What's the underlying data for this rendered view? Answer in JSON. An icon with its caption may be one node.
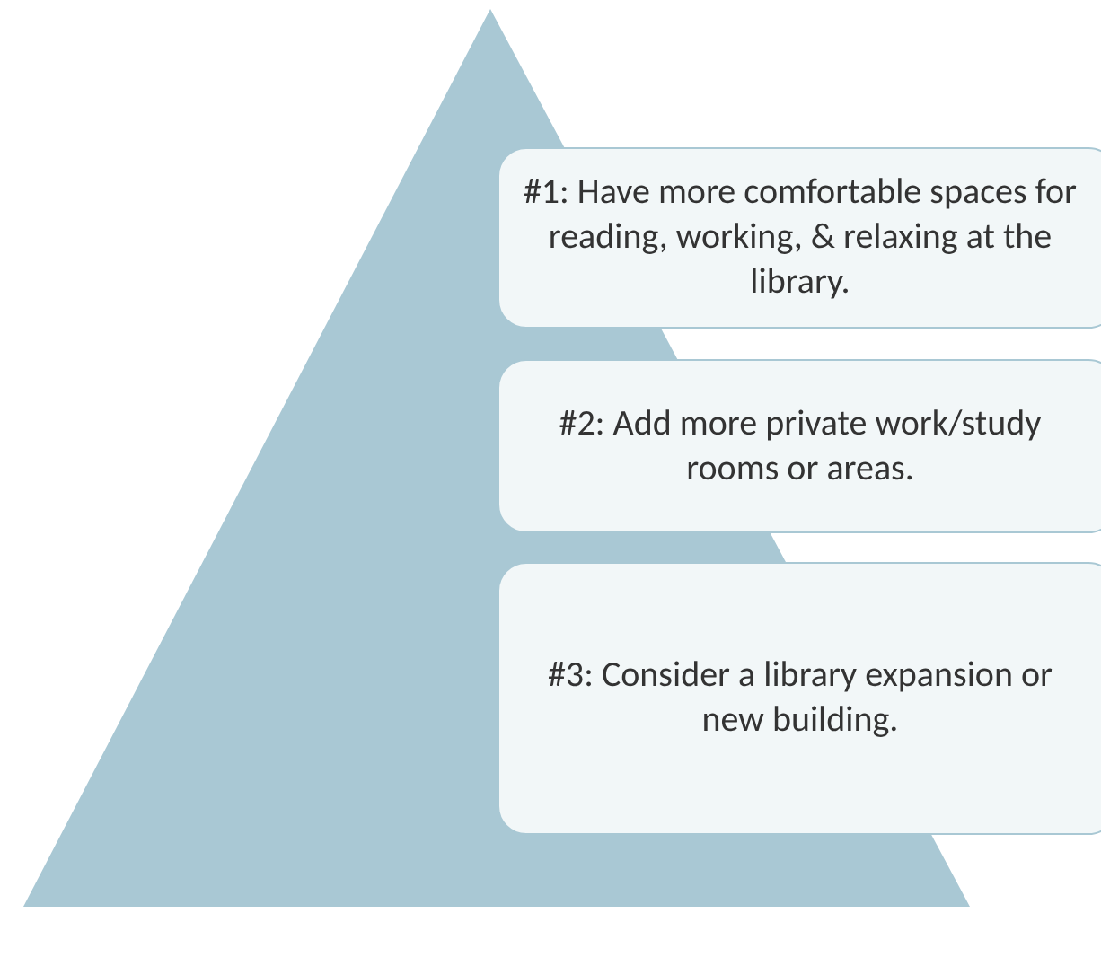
{
  "diagram": {
    "nodes": [
      {
        "text": [
          "#1: Have more comfortable spaces for reading, working, & relaxing at the library."
        ]
      },
      {
        "text": [
          "#2: Add more private work/study rooms or areas."
        ]
      },
      {
        "text": [
          "#3: Consider a library expansion or new building."
        ]
      }
    ]
  }
}
